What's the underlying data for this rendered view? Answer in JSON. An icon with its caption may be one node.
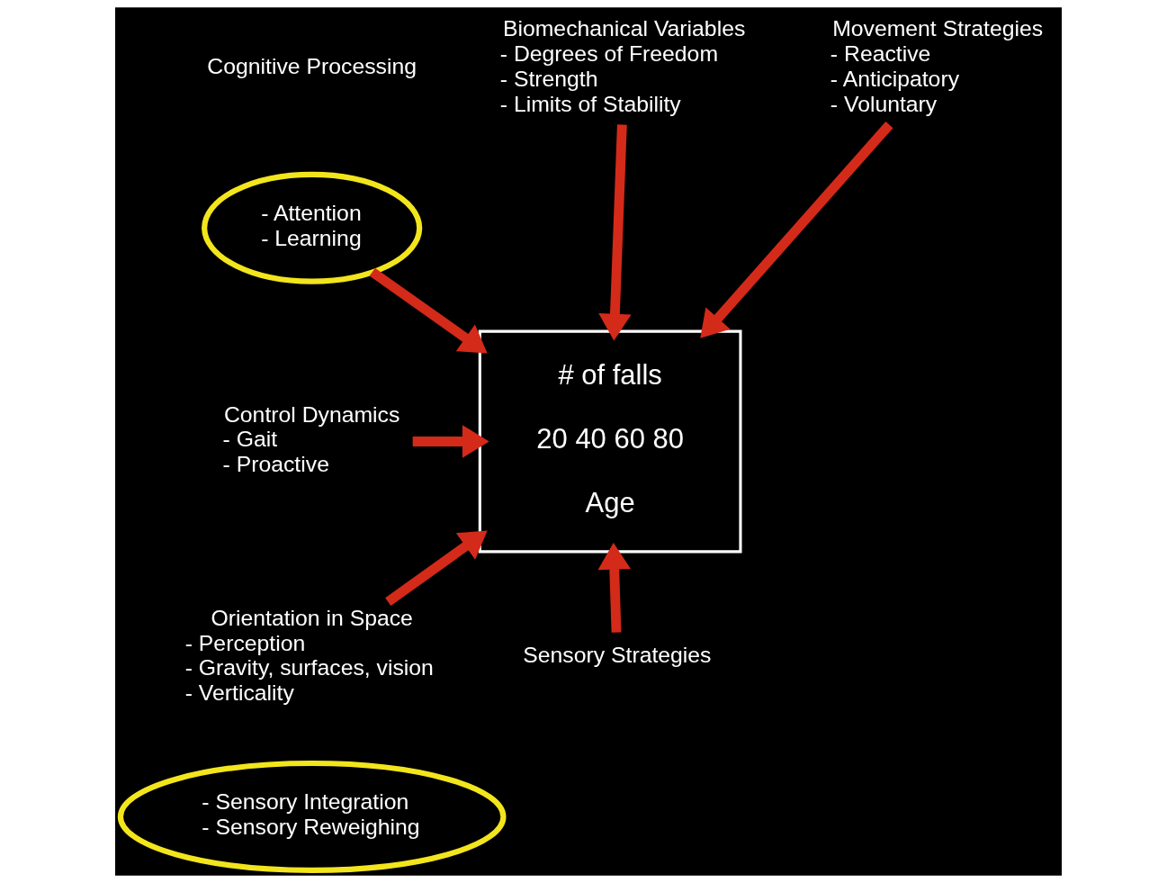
{
  "diagram": {
    "nodes": [
      {
        "text": [
          "Cognitive Processing"
        ]
      },
      {
        "text": [
          "- Attention",
          "- Learning"
        ]
      },
      {
        "text": [
          "Biomechanical Variables",
          "- Degrees of Freedom",
          "- Strength",
          "- Limits of Stability"
        ]
      },
      {
        "text": [
          "Movement Strategies",
          "- Reactive",
          "- Anticipatory",
          "- Voluntary"
        ]
      },
      {
        "text": [
          "Control Dynamics",
          "- Gait",
          "- Proactive"
        ]
      },
      {
        "text": [
          "# of falls",
          "20 40 60 80",
          "Age"
        ]
      },
      {
        "text": [
          "Orientation in Space",
          "- Perception",
          "- Gravity, surfaces, vision",
          "- Verticality"
        ]
      },
      {
        "text": [
          "Sensory Strategies"
        ]
      },
      {
        "text": [
          "- Sensory Integration",
          "- Sensory Reweighing"
        ]
      }
    ],
    "edges": [
      {
        "from": 1,
        "to": 5,
        "arrow": "to"
      },
      {
        "from": 2,
        "to": 5,
        "arrow": "to"
      },
      {
        "from": 3,
        "to": 5,
        "arrow": "to"
      },
      {
        "from": 4,
        "to": 5,
        "arrow": "to"
      },
      {
        "from": 6,
        "to": 5,
        "arrow": "to"
      },
      {
        "from": 7,
        "to": 5,
        "arrow": "to"
      }
    ]
  }
}
